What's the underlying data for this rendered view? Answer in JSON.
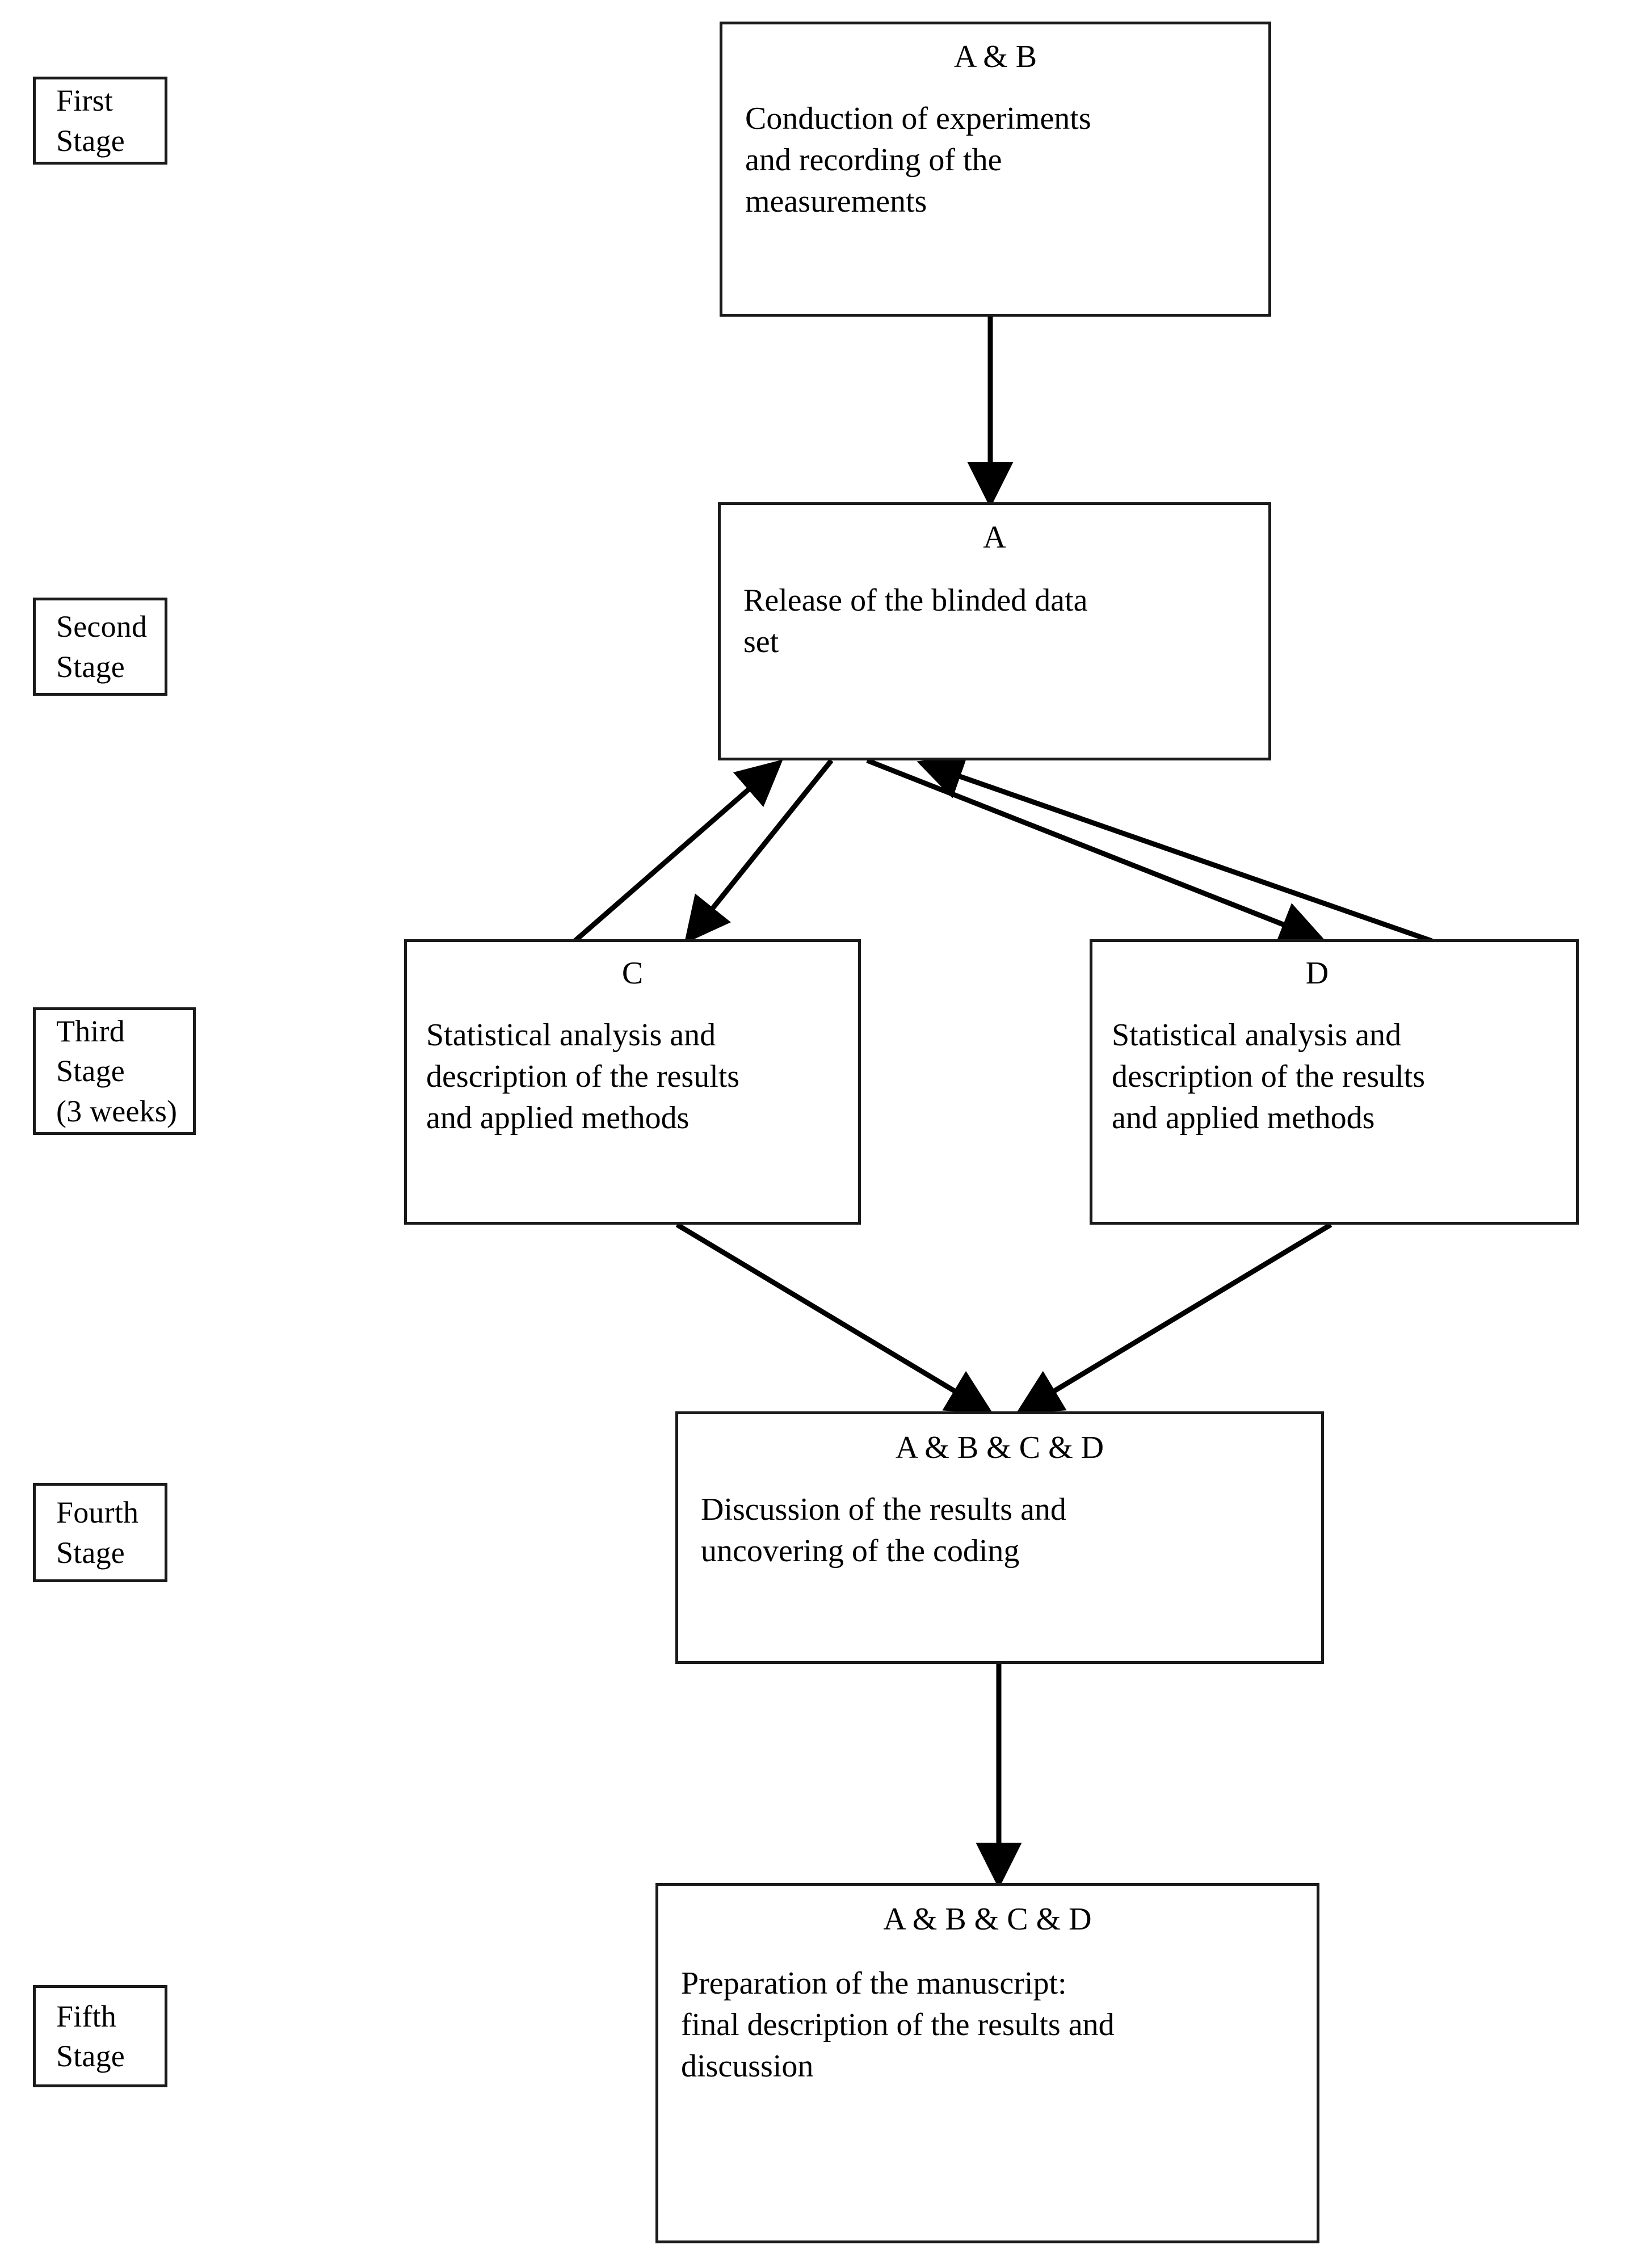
{
  "diagram": {
    "title_visible": false,
    "stage_labels": [
      {
        "id": "first",
        "lines": [
          "First Stage"
        ]
      },
      {
        "id": "second",
        "lines": [
          "Second Stage"
        ]
      },
      {
        "id": "third",
        "lines": [
          "Third Stage",
          "(3 weeks)"
        ]
      },
      {
        "id": "fourth",
        "lines": [
          "Fourth Stage"
        ]
      },
      {
        "id": "fifth",
        "lines": [
          "Fifth Stage"
        ]
      }
    ],
    "nodes": [
      {
        "id": "node-experiments",
        "actors": "A & B",
        "body_lines": [
          "Conduction of experiments",
          "and recording of the",
          "measurements"
        ]
      },
      {
        "id": "node-release-data",
        "actors": "A",
        "body_lines": [
          "Release of the blinded data",
          "set"
        ]
      },
      {
        "id": "node-analysis-c",
        "actors": "C",
        "body_lines": [
          "Statistical analysis and",
          "description of the results",
          "and applied methods"
        ]
      },
      {
        "id": "node-analysis-d",
        "actors": "D",
        "body_lines": [
          "Statistical analysis and",
          "description of the results",
          "and applied methods"
        ]
      },
      {
        "id": "node-discussion",
        "actors": "A & B & C & D",
        "body_lines": [
          "Discussion of the results and",
          "uncovering of the coding"
        ]
      },
      {
        "id": "node-manuscript",
        "actors": "A & B & C & D",
        "body_lines": [
          "Preparation of the manuscript:",
          "final description of the results and",
          "discussion"
        ]
      }
    ],
    "edges": [
      {
        "id": "edge-experiments-to-release",
        "from": "node-experiments",
        "to": "node-release-data",
        "kind": "straight-down"
      },
      {
        "id": "edge-release-to-c",
        "from": "node-release-data",
        "to": "node-analysis-c",
        "kind": "diagonal-down-left"
      },
      {
        "id": "edge-c-to-release",
        "from": "node-analysis-c",
        "to": "node-release-data",
        "kind": "diagonal-up-right"
      },
      {
        "id": "edge-release-to-d",
        "from": "node-release-data",
        "to": "node-analysis-d",
        "kind": "diagonal-down-right"
      },
      {
        "id": "edge-d-to-release",
        "from": "node-analysis-d",
        "to": "node-release-data",
        "kind": "diagonal-up-left"
      },
      {
        "id": "edge-c-to-discussion",
        "from": "node-analysis-c",
        "to": "node-discussion",
        "kind": "diagonal-down-right"
      },
      {
        "id": "edge-d-to-discussion",
        "from": "node-analysis-d",
        "to": "node-discussion",
        "kind": "diagonal-down-left"
      },
      {
        "id": "edge-discussion-to-manuscript",
        "from": "node-discussion",
        "to": "node-manuscript",
        "kind": "straight-down"
      }
    ],
    "colors": {
      "background": "#ffffff",
      "border": "#1a1a1a",
      "text": "#000000",
      "connector": "#000000"
    }
  }
}
